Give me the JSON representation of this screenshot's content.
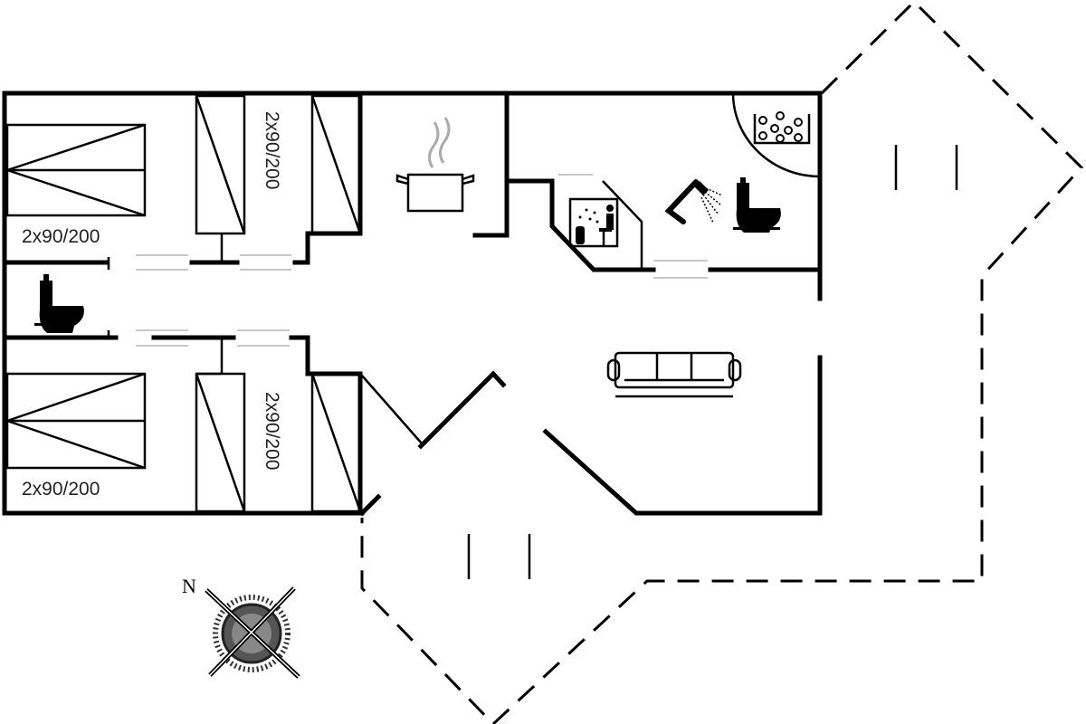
{
  "rooms": {
    "bedroom_top": {
      "bed_label": "2x90/200",
      "bunk_label": "2x90/200"
    },
    "bedroom_bottom": {
      "bed_label": "2x90/200",
      "bunk_label": "2x90/200"
    }
  },
  "compass": {
    "north_label": "N"
  },
  "icons": [
    "toilet-icon",
    "cooking-pot-icon",
    "sauna-icon",
    "shower-icon",
    "toilet-icon",
    "jacuzzi-icon",
    "sofa-icon",
    "compass-rose-icon"
  ]
}
